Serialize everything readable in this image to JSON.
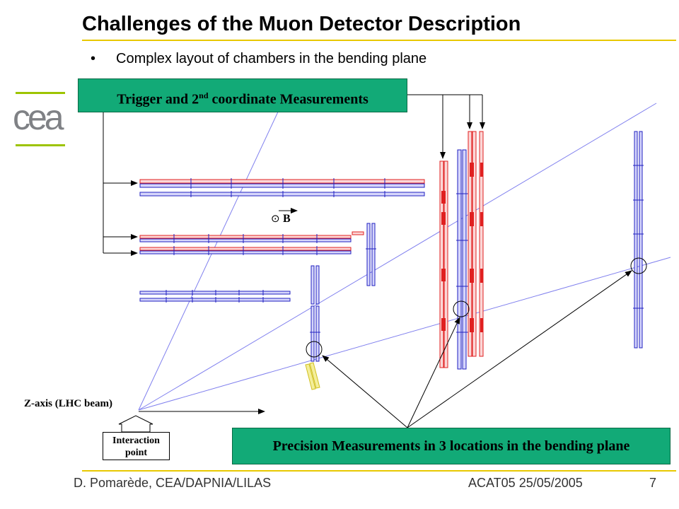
{
  "slide": {
    "title": "Challenges of the Muon Detector Description",
    "bullet": "Complex layout of chambers in the bending plane",
    "page_number": "7"
  },
  "logo": {
    "text": "cea",
    "bar_color": "#9dc400",
    "text_color": "#7f8185"
  },
  "labels": {
    "trigger": "Trigger and 2",
    "trigger_sup": "nd",
    "trigger_rest": " coordinate Measurements",
    "precision": "Precision Measurements in 3 locations in the bending plane",
    "interaction_line1": "Interaction",
    "interaction_line2": "point",
    "z_axis": "Z-axis (LHC beam)",
    "field": "B",
    "field_symbol": "⊙"
  },
  "footer": {
    "author": "D. Pomarède, CEA/DAPNIA/LILAS",
    "event": "ACAT05  25/05/2005"
  },
  "colors": {
    "accent_rule": "#e8c800",
    "box_green": "#12aa77",
    "chamber_blue": "#2020c0",
    "chamber_red": "#e02020",
    "track_line": "#8080ee",
    "forward_chamber": "#e0d040"
  }
}
